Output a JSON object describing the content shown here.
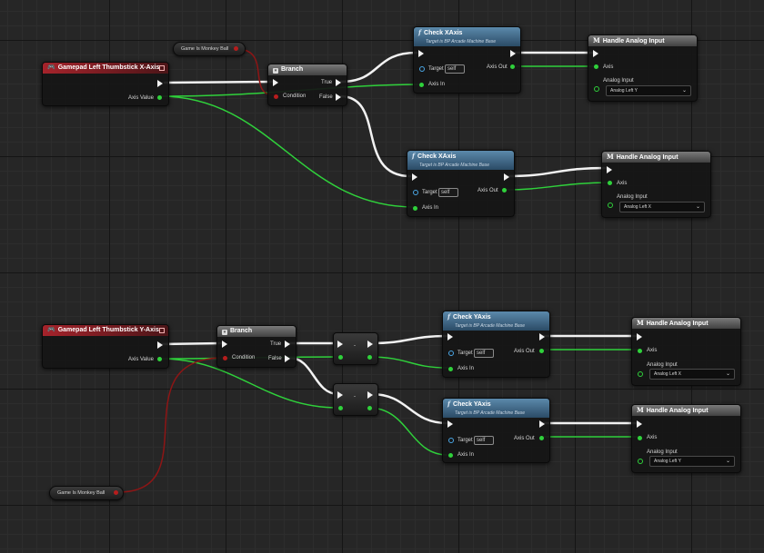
{
  "colors": {
    "exec": "#f2f2f2",
    "float_wire": "#2fd13b",
    "bool_wire": "#8e1515",
    "event_header": "#a5232b",
    "function_header": "#5b89ab",
    "macro_header": "#6b6b6b"
  },
  "top": {
    "event": {
      "title": "Gamepad Left Thumbstick X-Axis",
      "axis_value": "Axis Value",
      "icon": "gamepad-icon"
    },
    "getter": {
      "label": "Game Is Monkey Ball"
    },
    "branch": {
      "title": "Branch",
      "condition": "Condition",
      "true": "True",
      "false": "False"
    },
    "check1": {
      "title": "Check XAxis",
      "subtitle": "Target is BP Arcade Machine Base",
      "target": "Target",
      "target_value": "self",
      "axis_in": "Axis In",
      "axis_out": "Axis Out"
    },
    "check2": {
      "title": "Check XAxis",
      "subtitle": "Target is BP Arcade Machine Base",
      "target": "Target",
      "target_value": "self",
      "axis_in": "Axis In",
      "axis_out": "Axis Out"
    },
    "handle1": {
      "title": "Handle Analog Input",
      "axis": "Axis",
      "analog_label": "Analog Input",
      "analog_value": "Analog Left Y"
    },
    "handle2": {
      "title": "Handle Analog Input",
      "axis": "Axis",
      "analog_label": "Analog Input",
      "analog_value": "Analog Left X"
    }
  },
  "bottom": {
    "event": {
      "title": "Gamepad Left Thumbstick Y-Axis",
      "axis_value": "Axis Value",
      "icon": "gamepad-icon"
    },
    "getter": {
      "label": "Game Is Monkey Ball"
    },
    "branch": {
      "title": "Branch",
      "condition": "Condition",
      "true": "True",
      "false": "False"
    },
    "check1": {
      "title": "Check YAxis",
      "subtitle": "Target is BP Arcade Machine Base",
      "target": "Target",
      "target_value": "self",
      "axis_in": "Axis In",
      "axis_out": "Axis Out"
    },
    "check2": {
      "title": "Check YAxis",
      "subtitle": "Target is BP Arcade Machine Base",
      "target": "Target",
      "target_value": "self",
      "axis_in": "Axis In",
      "axis_out": "Axis Out"
    },
    "handle1": {
      "title": "Handle Analog Input",
      "axis": "Axis",
      "analog_label": "Analog Input",
      "analog_value": "Analog Left X"
    },
    "handle2": {
      "title": "Handle Analog Input",
      "axis": "Axis",
      "analog_label": "Analog Input",
      "analog_value": "Analog Left Y"
    }
  }
}
